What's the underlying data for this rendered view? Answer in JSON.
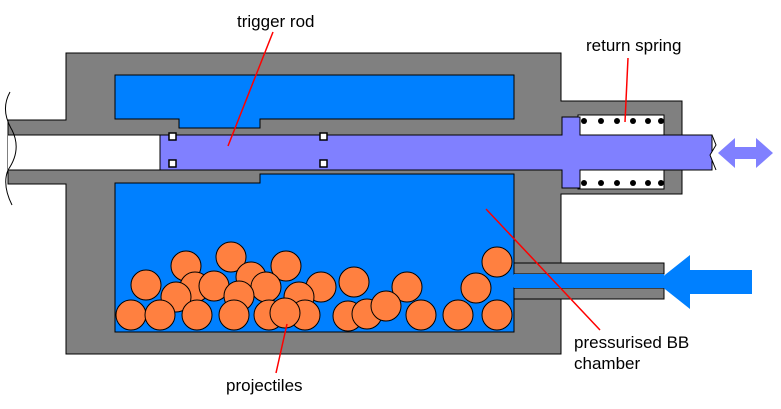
{
  "labels": {
    "trigger_rod": "trigger rod",
    "return_spring": "return spring",
    "pressurised_chamber_line1": "pressurised BB",
    "pressurised_chamber_line2": "chamber",
    "projectiles": "projectiles"
  },
  "colors": {
    "housing": "#808080",
    "chamber": "#0080ff",
    "rod": "#8080ff",
    "bb": "#ff8040",
    "leader_line": "#ff0000",
    "air_flow_arrow": "#0080ff",
    "motion_arrow": "#8080ff"
  },
  "icons": {
    "motion": "double-headed-arrow",
    "air_inlet": "left-arrow"
  }
}
